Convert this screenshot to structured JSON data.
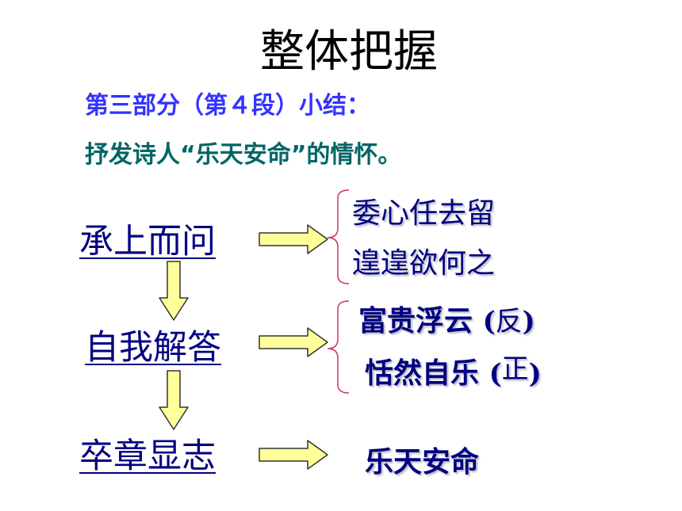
{
  "slide": {
    "title": "整体把握",
    "subtitle": "第三部分（第４段）小结：",
    "summary": "抒发诗人“乐天安命”的情怀。"
  },
  "flow": {
    "steps": [
      {
        "label": "承上而问"
      },
      {
        "label": "自我解答"
      },
      {
        "label": "卒章显志"
      }
    ],
    "group1": [
      "委心任去留",
      "遑遑欲何之"
    ],
    "group2": [
      {
        "text": "富贵浮云",
        "paren_open": "(",
        "note": "反",
        "paren_close": ")"
      },
      {
        "text": "恬然自乐",
        "paren_open": "(",
        "note": "正",
        "paren_close": ")"
      }
    ],
    "result": "乐天安命"
  },
  "colors": {
    "arrow_fill": "#ffff99",
    "arrow_stroke": "#333333",
    "brace": "#cc3366",
    "step_text": "#000080"
  }
}
